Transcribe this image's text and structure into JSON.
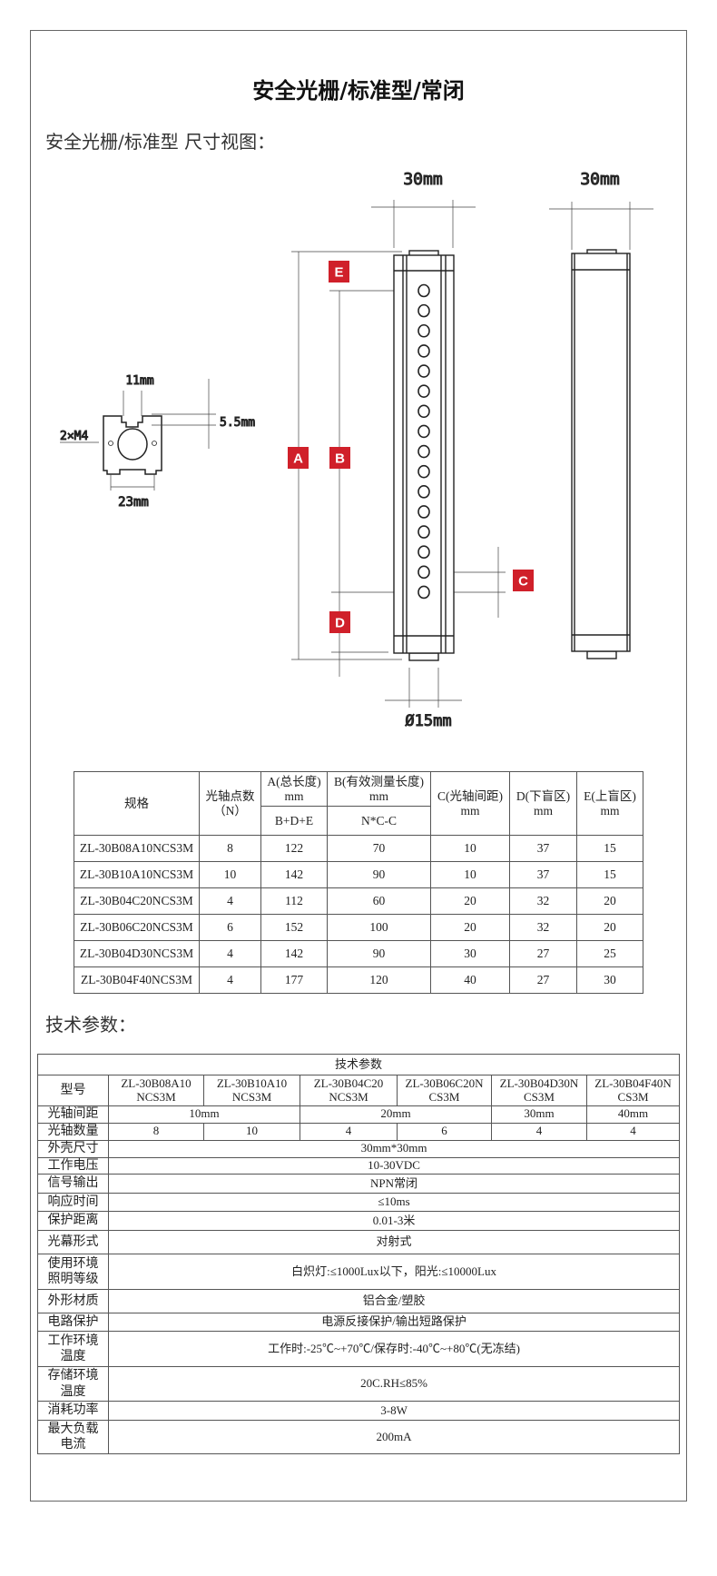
{
  "title": "安全光栅/标准型/常闭",
  "drawing": {
    "subtitle": "安全光栅/标准型 尺寸视图：",
    "dim_width_front": "30mm",
    "dim_width_side": "30mm",
    "dim_diameter": "Ø15mm",
    "section_slot": "11mm",
    "section_depth": "5.5mm",
    "section_holes": "2×M4",
    "section_width": "23mm",
    "labels": {
      "A": "A",
      "B": "B",
      "C": "C",
      "D": "D",
      "E": "E"
    },
    "label_color": "#d0202a"
  },
  "spec_table": {
    "headers": {
      "model": "规格",
      "points": "光轴点数",
      "points_unit": "（N）",
      "a": "A(总长度)",
      "a_unit": "mm",
      "a_formula": "B+D+E",
      "b": "B(有效测量长度)",
      "b_unit": "mm",
      "b_formula": "N*C-C",
      "c": "C(光轴间距)",
      "c_unit": "mm",
      "d": "D(下盲区)",
      "d_unit": "mm",
      "e": "E(上盲区)",
      "e_unit": "mm"
    },
    "rows": [
      [
        "ZL-30B08A10NCS3M",
        "8",
        "122",
        "70",
        "10",
        "37",
        "15"
      ],
      [
        "ZL-30B10A10NCS3M",
        "10",
        "142",
        "90",
        "10",
        "37",
        "15"
      ],
      [
        "ZL-30B04C20NCS3M",
        "4",
        "112",
        "60",
        "20",
        "32",
        "20"
      ],
      [
        "ZL-30B06C20NCS3M",
        "6",
        "152",
        "100",
        "20",
        "32",
        "20"
      ],
      [
        "ZL-30B04D30NCS3M",
        "4",
        "142",
        "90",
        "30",
        "27",
        "25"
      ],
      [
        "ZL-30B04F40NCS3M",
        "4",
        "177",
        "120",
        "40",
        "27",
        "30"
      ]
    ]
  },
  "tech_section_title": "技术参数：",
  "tech_table": {
    "title": "技术参数",
    "model_label": "型号",
    "models": [
      [
        "ZL-30B08A10",
        "NCS3M"
      ],
      [
        "ZL-30B10A10",
        "NCS3M"
      ],
      [
        "ZL-30B04C20",
        "NCS3M"
      ],
      [
        "ZL-30B06C20N",
        "CS3M"
      ],
      [
        "ZL-30B04D30N",
        "CS3M"
      ],
      [
        "ZL-30B04F40N",
        "CS3M"
      ]
    ],
    "spacing_label": "光轴间距",
    "spacing": [
      "10mm",
      "20mm",
      "30mm",
      "40mm"
    ],
    "count_label": "光轴数量",
    "counts": [
      "8",
      "10",
      "4",
      "6",
      "4",
      "4"
    ],
    "rows": [
      {
        "label": [
          "外壳尺寸"
        ],
        "value": "30mm*30mm"
      },
      {
        "label": [
          "工作电压"
        ],
        "value": "10-30VDC"
      },
      {
        "label": [
          "信号输出"
        ],
        "value": "NPN常闭"
      },
      {
        "label": [
          "响应时间"
        ],
        "value": "≤10ms"
      },
      {
        "label": [
          "保护距离"
        ],
        "value": "0.01-3米"
      },
      {
        "label": [
          "光幕形式"
        ],
        "value": "对射式"
      },
      {
        "label": [
          "使用环境",
          "照明等级"
        ],
        "value": "白炽灯:≤1000Lux以下，阳光:≤10000Lux"
      },
      {
        "label": [
          "外形材质"
        ],
        "value": "铝合金/塑胶"
      },
      {
        "label": [
          "电路保护"
        ],
        "value": "电源反接保护/输出短路保护"
      },
      {
        "label": [
          "工作环境",
          "温度"
        ],
        "value": "工作时:-25℃~+70℃/保存时:-40℃~+80℃(无冻结)"
      },
      {
        "label": [
          "存储环境",
          "温度"
        ],
        "value": "20C.RH≤85%"
      },
      {
        "label": [
          "消耗功率"
        ],
        "value": "3-8W"
      },
      {
        "label": [
          "最大负载",
          "电流"
        ],
        "value": "200mA"
      }
    ]
  }
}
